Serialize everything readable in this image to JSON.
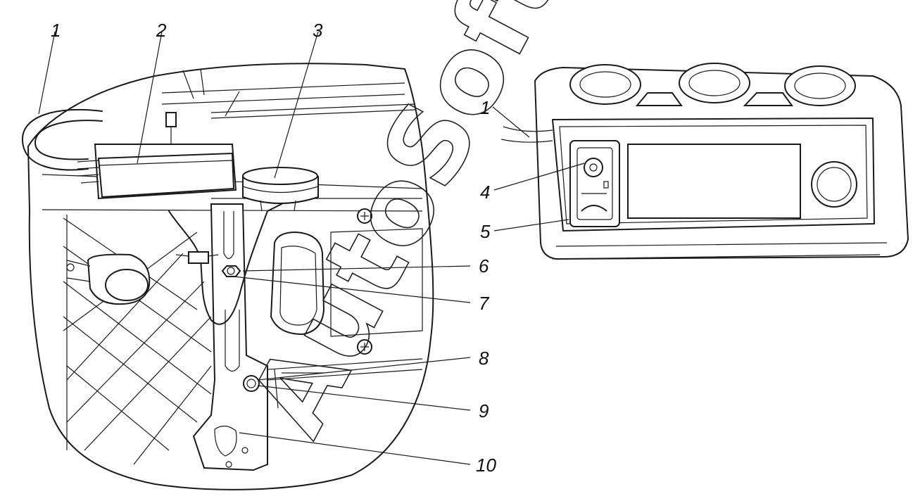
{
  "watermark": {
    "text": "AutoSoft"
  },
  "left_view": {
    "callouts": [
      {
        "id": "1",
        "label": "1"
      },
      {
        "id": "2",
        "label": "2"
      },
      {
        "id": "3",
        "label": "3"
      },
      {
        "id": "6",
        "label": "6"
      },
      {
        "id": "7",
        "label": "7"
      },
      {
        "id": "8",
        "label": "8"
      },
      {
        "id": "9",
        "label": "9"
      },
      {
        "id": "10",
        "label": "10"
      }
    ]
  },
  "right_view": {
    "callouts": [
      {
        "id": "1",
        "label": "1"
      },
      {
        "id": "4",
        "label": "4"
      },
      {
        "id": "5",
        "label": "5"
      }
    ]
  },
  "colors": {
    "line": "#1a1a1a",
    "background": "#ffffff"
  }
}
